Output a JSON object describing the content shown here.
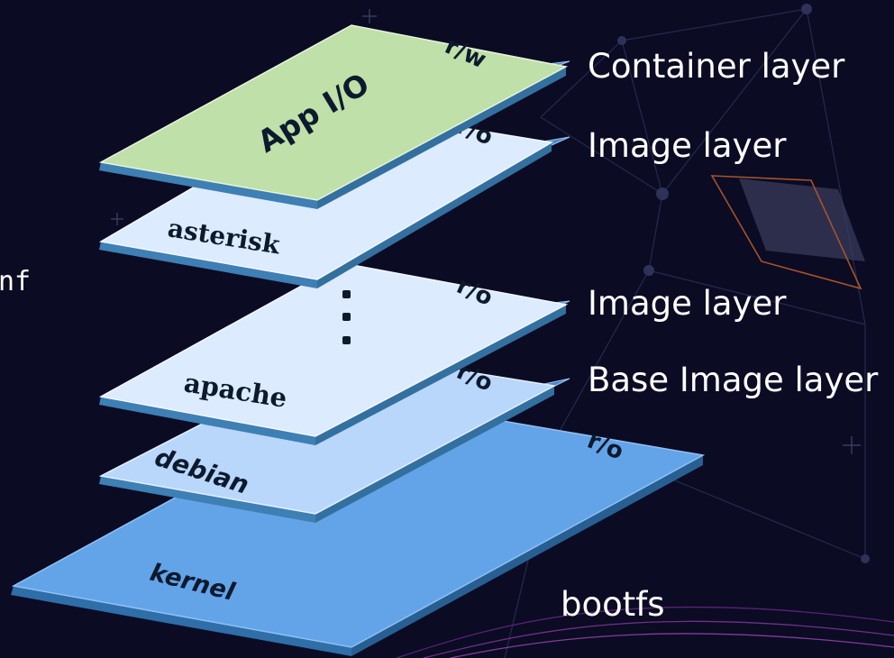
{
  "diagram": {
    "layers": [
      {
        "name": "App I/O",
        "tag": "r/w",
        "top_color": "#bfe0a8",
        "edge_color": "#3e7fb4"
      },
      {
        "name": "asterisk",
        "tag": "r/o",
        "top_color": "#dcebfd",
        "edge_color": "#3e7fb4"
      },
      {
        "name": "apache",
        "tag": "r/o",
        "top_color": "#dcebfd",
        "edge_color": "#3e7fb4"
      },
      {
        "name": "debian",
        "tag": "r/o",
        "top_color": "#b9d7fa",
        "edge_color": "#3e7fb4"
      },
      {
        "name": "kernel",
        "tag": "r/o",
        "top_color": "#63a4e8",
        "edge_color": "#2f6ea8"
      }
    ],
    "labels": {
      "container": "Container layer",
      "image_top": "Image layer",
      "image_mid": "Image layer",
      "base_image": "Base Image layer",
      "bootfs": "bootfs"
    },
    "partial_text": "nf"
  },
  "colors": {
    "background": "#0b0b24",
    "connector": "#4a88c8",
    "label": "#ffffff"
  }
}
